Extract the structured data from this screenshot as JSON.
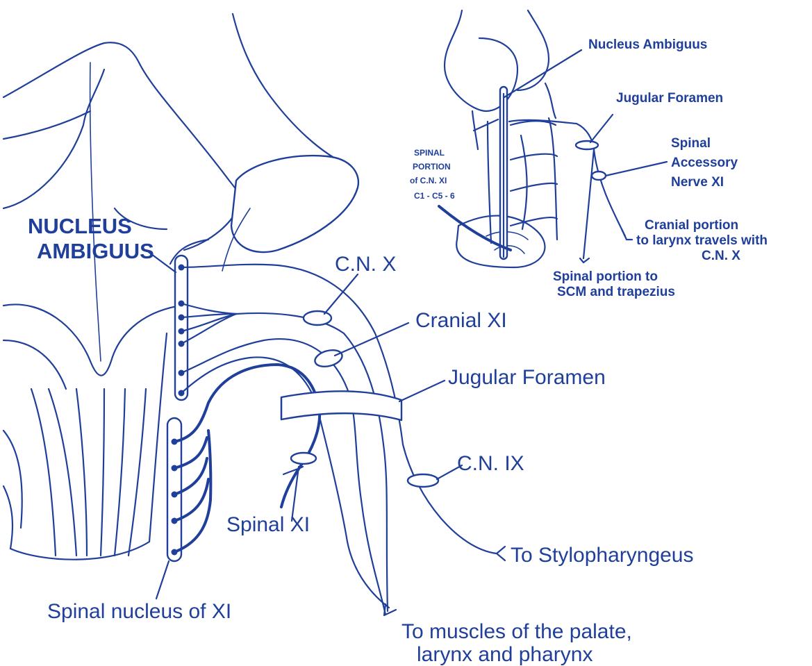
{
  "colors": {
    "ink": "#1f3f9a",
    "background": "#ffffff"
  },
  "main_labels": {
    "nucleus_ambiguus_line1": "NUCLEUS",
    "nucleus_ambiguus_line2": "AMBIGUUS",
    "cn_x": "C.N. X",
    "cranial_xi": "Cranial XI",
    "jugular_foramen": "Jugular Foramen",
    "cn_ix": "C.N. IX",
    "spinal_xi": "Spinal XI",
    "to_stylopharyngeus": "To Stylopharyngeus",
    "spinal_nucleus": "Spinal nucleus of XI",
    "to_muscles_line1": "To muscles of the palate,",
    "to_muscles_line2": "larynx and pharynx"
  },
  "inset_labels": {
    "nucleus_ambiguus": "Nucleus Ambiguus",
    "jugular_foramen": "Jugular Foramen",
    "spinal_accessory_line1": "Spinal",
    "spinal_accessory_line2": "Accessory",
    "spinal_accessory_line3": "Nerve XI",
    "cranial_portion_line1": "Cranial portion",
    "cranial_portion_line2": "to larynx travels with",
    "cranial_portion_line3": "C.N. X",
    "spinal_portion_line1": "Spinal portion to",
    "spinal_portion_line2": "SCM and trapezius",
    "spinal_portion_cn_line1": "SPINAL",
    "spinal_portion_cn_line2": "PORTION",
    "spinal_portion_cn_line3": "of C.N. XI",
    "spinal_levels": "C1 - C5 - 6"
  }
}
